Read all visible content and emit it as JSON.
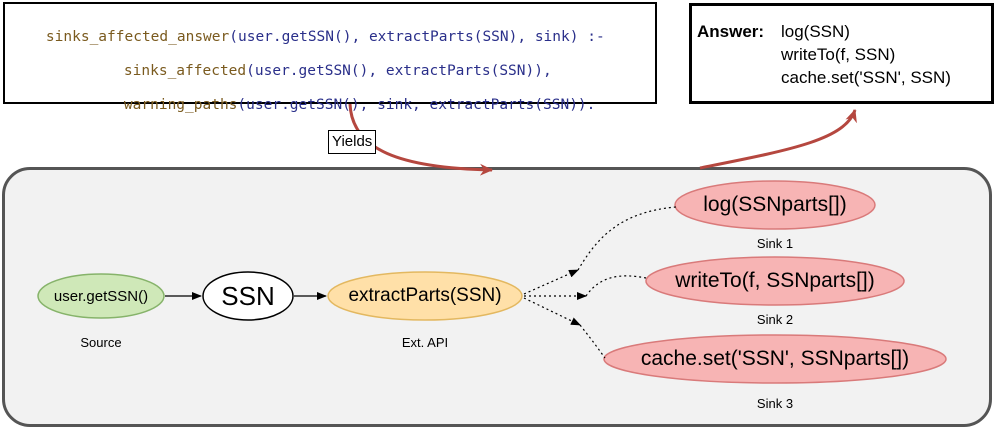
{
  "code": {
    "line1": {
      "pred": "sinks_affected_answer",
      "open": "(",
      "arg1": "user.getSSN()",
      "sep1": ", ",
      "arg2": "extractParts(SSN)",
      "sep2": ", ",
      "arg3": "sink",
      "close": ") :-"
    },
    "line2": {
      "pred": "sinks_affected",
      "open": "(",
      "arg1": "user.getSSN()",
      "sep1": ", ",
      "arg2": "extractParts(SSN)",
      "close": "),"
    },
    "line3": {
      "pred": "warning_paths",
      "open": "(",
      "arg1": "user.getSSN()",
      "sep1": ", ",
      "arg2": "sink",
      "sep2": ", ",
      "arg3": "extractParts(SSN)",
      "close": ")."
    }
  },
  "answer": {
    "label": "Answer:",
    "lines": [
      "log(SSN)",
      "writeTo(f, SSN)",
      "cache.set('SSN', SSN)"
    ]
  },
  "yields_label": "Yields",
  "nodes": {
    "source": {
      "label": "user.getSSN()",
      "caption": "Source",
      "fill": "#cfe8b8",
      "stroke": "#86b36a"
    },
    "ssn": {
      "label": "SSN",
      "fill": "#ffffff",
      "stroke": "#000000"
    },
    "api": {
      "label": "extractParts(SSN)",
      "caption": "Ext. API",
      "fill": "#ffe0a8",
      "stroke": "#e3b860"
    },
    "sinks": [
      {
        "label": "log(SSNparts[])",
        "caption": "Sink 1"
      },
      {
        "label": "writeTo(f, SSNparts[])",
        "caption": "Sink 2"
      },
      {
        "label": "cache.set('SSN', SSNparts[])",
        "caption": "Sink 3"
      }
    ]
  },
  "colors": {
    "sink_fill": "#f7b4b4",
    "sink_stroke": "#d97a7a",
    "arrow_red": "#b5473f",
    "panel_bg": "#f2f2f2",
    "panel_border": "#555555"
  }
}
